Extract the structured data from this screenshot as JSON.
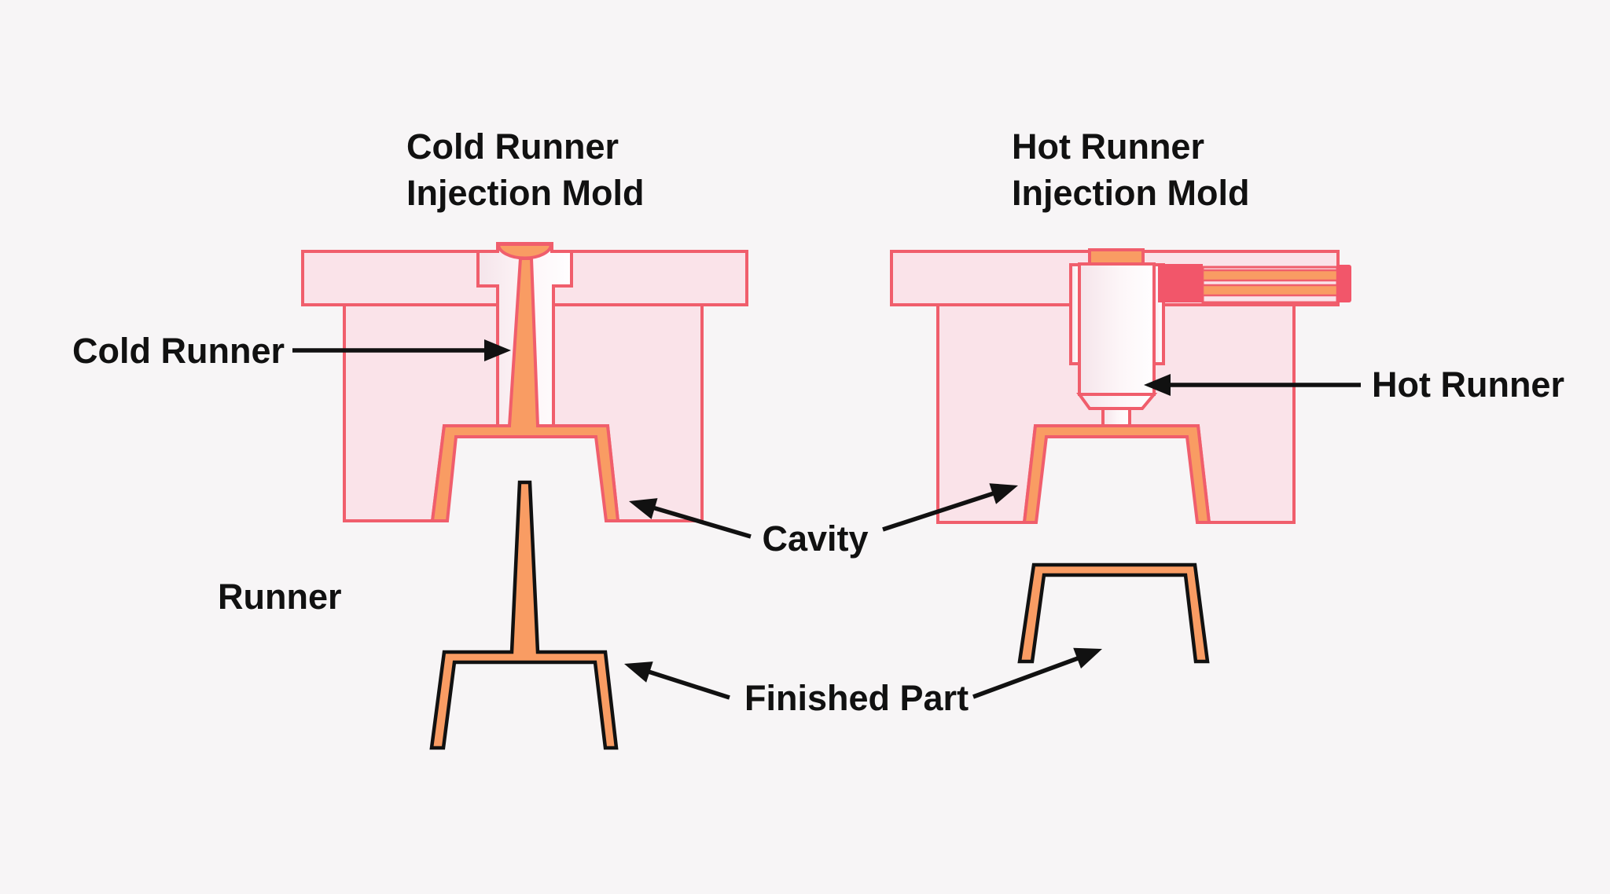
{
  "page": {
    "background": "#F7F5F6",
    "description_visible_text_only": true
  },
  "palette": {
    "mold_fill": "#FAE3E9",
    "mold_stroke": "#F05E6C",
    "plastic_orange": "#F99C63",
    "heater_red": "#F2566A",
    "outline_black": "#111111"
  },
  "cold_mold": {
    "title_line1": "Cold Runner",
    "title_line2": "Injection Mold"
  },
  "hot_mold": {
    "title_line1": "Hot Runner",
    "title_line2": "Injection Mold"
  },
  "labels": {
    "cold_runner": "Cold Runner",
    "hot_runner": "Hot Runner",
    "runner": "Runner",
    "cavity": "Cavity",
    "finished_part": "Finished Part"
  }
}
